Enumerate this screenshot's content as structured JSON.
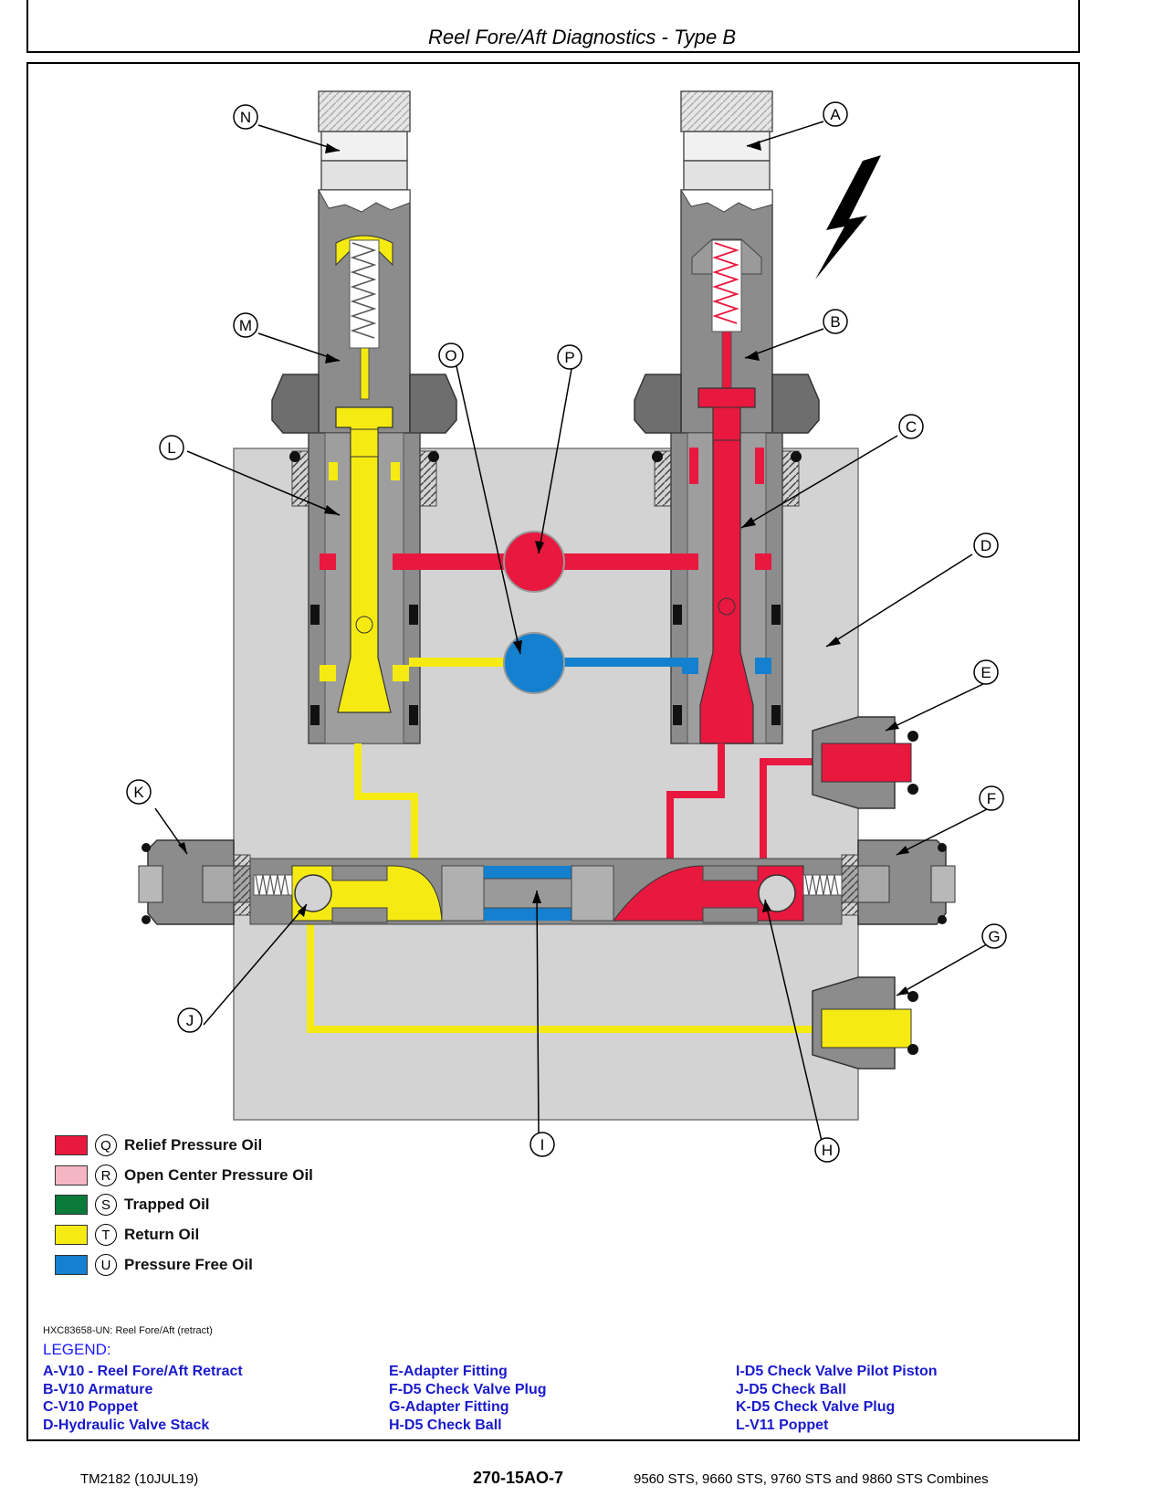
{
  "title": "Reel Fore/Aft Diagnostics - Type B",
  "callouts": {
    "A": "A",
    "B": "B",
    "C": "C",
    "D": "D",
    "E": "E",
    "F": "F",
    "G": "G",
    "H": "H",
    "I": "I",
    "J": "J",
    "K": "K",
    "L": "L",
    "M": "M",
    "N": "N",
    "O": "O",
    "P": "P"
  },
  "legend_swatches": [
    {
      "key": "Q",
      "label": "Relief Pressure Oil",
      "color": "#e8183f"
    },
    {
      "key": "R",
      "label": "Open Center Pressure Oil",
      "color": "#f4b6c2"
    },
    {
      "key": "S",
      "label": "Trapped Oil",
      "color": "#0a7a3a"
    },
    {
      "key": "T",
      "label": "Return Oil",
      "color": "#f5eb12"
    },
    {
      "key": "U",
      "label": "Pressure Free Oil",
      "color": "#1480cf"
    }
  ],
  "figure_id": "HXC83658-UN: Reel Fore/Aft (retract)",
  "legend_heading": "LEGEND:",
  "legend_keys": {
    "col1": [
      "A-V10 - Reel Fore/Aft Retract",
      "B-V10 Armature",
      "C-V10 Poppet",
      "D-Hydraulic Valve Stack"
    ],
    "col2": [
      "E-Adapter Fitting",
      "F-D5 Check Valve Plug",
      "G-Adapter Fitting",
      "H-D5 Check Ball"
    ],
    "col3": [
      "I-D5 Check Valve Pilot Piston",
      "J-D5 Check Ball",
      "K-D5 Check Valve Plug",
      "L-V11 Poppet"
    ]
  },
  "footer": {
    "left": "TM2182 (10JUL19)",
    "center": "270-15AO-7",
    "right": "9560 STS, 9660 STS, 9760 STS and 9860 STS Combines"
  },
  "colors": {
    "relief": "#e8183f",
    "return": "#f5eb12",
    "pressure_free": "#1480cf",
    "body": "#d3d3d3",
    "metal": "#8c8c8c",
    "metal_dark": "#6e6e6e"
  }
}
